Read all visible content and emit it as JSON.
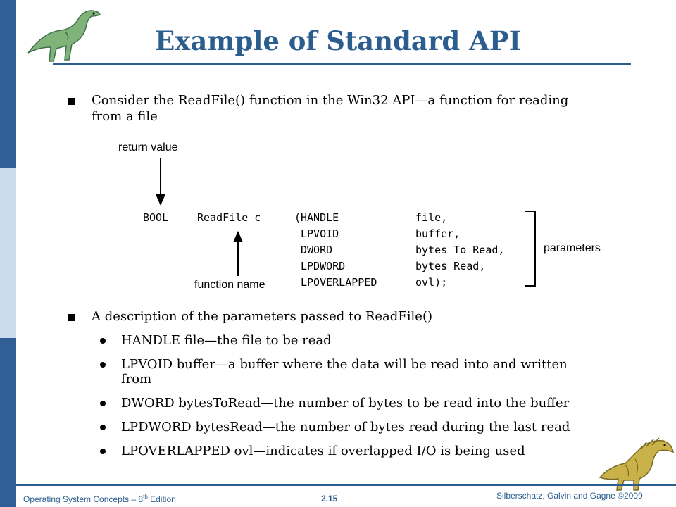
{
  "slide": {
    "title": "Example of Standard API",
    "bullets": [
      {
        "text_line1": "Consider the ReadFile() function in the Win32 API—a function for reading",
        "text_line2": "from a file"
      },
      {
        "text_line1": "A description of the parameters passed to ReadFile()"
      }
    ],
    "sub_bullets": [
      {
        "line1": "HANDLE file—the file to be read"
      },
      {
        "line1": "LPVOID buffer—a buffer where the data will be read into and written",
        "line2": "from"
      },
      {
        "line1": "DWORD bytesToRead—the number of bytes to be read into the buffer"
      },
      {
        "line1": "LPDWORD bytesRead—the number of bytes read during the last read"
      },
      {
        "line1": "LPOVERLAPPED ovl—indicates if overlapped I/O is being used"
      }
    ]
  },
  "diagram": {
    "return_value_label": "return value",
    "function_name_label": "function name",
    "parameters_label": "parameters",
    "code": {
      "return_type": "BOOL",
      "function": "ReadFile c",
      "open_paren": "(",
      "types": [
        "HANDLE",
        "LPVOID",
        "DWORD",
        "LPDWORD",
        "LPOVERLAPPED"
      ],
      "names": [
        "file,",
        "buffer,",
        "bytes To Read,",
        "bytes Read,",
        "ovl);"
      ]
    }
  },
  "footer": {
    "left_prefix": "Operating System Concepts – 8",
    "left_sup": "th",
    "left_suffix": " Edition",
    "center": "2.15",
    "right": "Silberschatz, Galvin and Gagne ©2009"
  },
  "colors": {
    "accent": "#2b5d8f",
    "sidebar_dark": "#2f5f95",
    "sidebar_light": "#c9dbec"
  }
}
